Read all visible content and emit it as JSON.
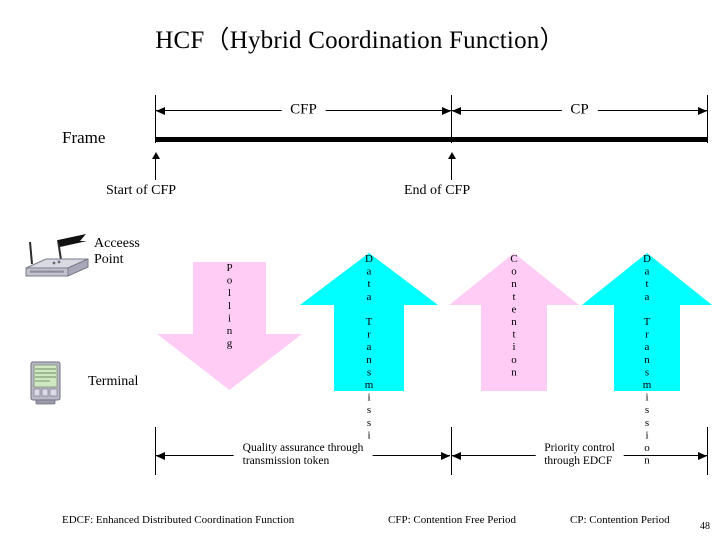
{
  "slide": {
    "title": "HCF（Hybrid Coordination Function）",
    "page_number": "48"
  },
  "timeline": {
    "frame_label": "Frame",
    "periods": [
      {
        "label": "CFP"
      },
      {
        "label": "CP"
      }
    ],
    "markers": [
      {
        "label": "Start of CFP"
      },
      {
        "label": "End of CFP"
      }
    ]
  },
  "nodes": {
    "access_point": {
      "label_line1": "Acceess",
      "label_line2": "Point",
      "icon": "wireless-router-icon"
    },
    "terminal": {
      "label": "Terminal",
      "icon": "pda-terminal-icon"
    }
  },
  "flows": [
    {
      "id": "polling",
      "label": "Polling",
      "direction": "down",
      "color": "#FFCCF5"
    },
    {
      "id": "data-transmission-1",
      "label": "Data Transmission",
      "direction": "up",
      "color": "#00FFFF"
    },
    {
      "id": "contention",
      "label": "Contention",
      "direction": "up",
      "color": "#FFCCF5"
    },
    {
      "id": "data-transmission-2",
      "label": "Data Transmission",
      "direction": "up",
      "color": "#00FFFF"
    }
  ],
  "annotations": [
    {
      "line1": "Quality assurance through",
      "line2": "transmission token"
    },
    {
      "line1": "Priority control",
      "line2": "through EDCF"
    }
  ],
  "legend": [
    {
      "text": "EDCF: Enhanced Distributed Coordination Function"
    },
    {
      "text": "CFP: Contention Free Period"
    },
    {
      "text": "CP: Contention Period"
    }
  ]
}
